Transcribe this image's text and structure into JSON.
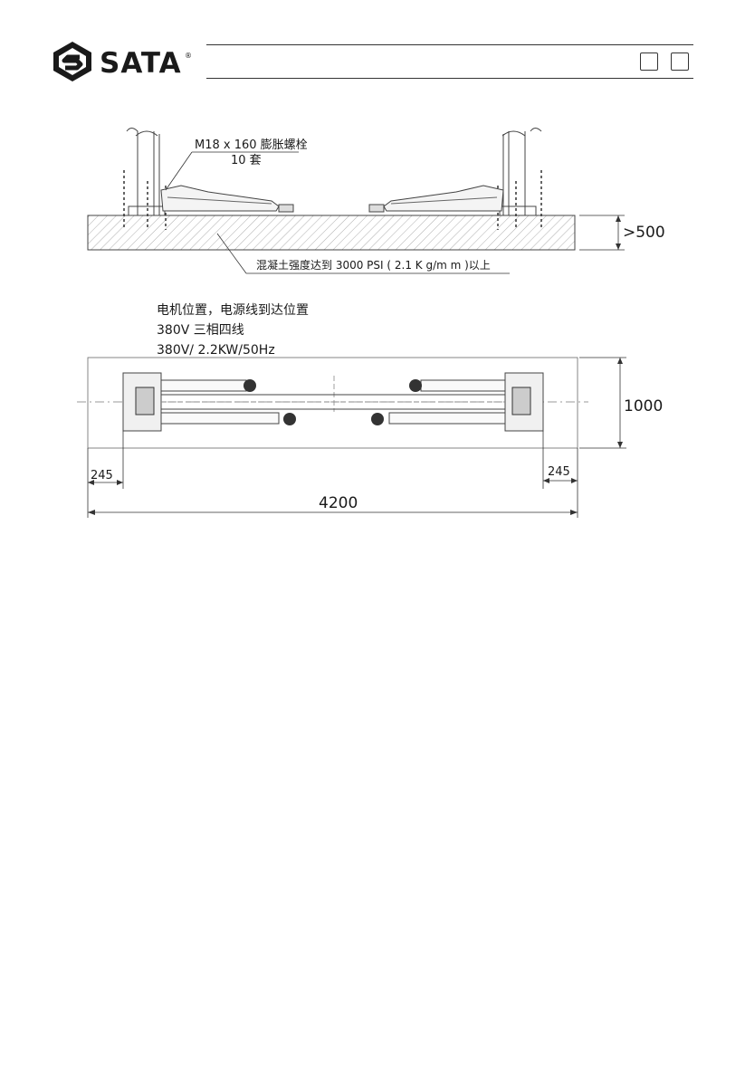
{
  "header": {
    "brand": "SATA",
    "registered_mark": "®"
  },
  "side_view": {
    "bolt_spec": "M18 x 160 膨胀螺栓",
    "bolt_qty": "10 套",
    "concrete_note": "混凝土强度达到 3000 PSI ( 2.1 K g/m m )以上",
    "thickness": ">500"
  },
  "motor_notes": {
    "line1": "电机位置，电源线到达位置",
    "line2": "380V 三相四线",
    "line3": "380V/ 2.2KW/50Hz"
  },
  "dimensions": {
    "width": "1000",
    "left_offset": "245",
    "right_offset": "245",
    "total_length": "4200"
  }
}
